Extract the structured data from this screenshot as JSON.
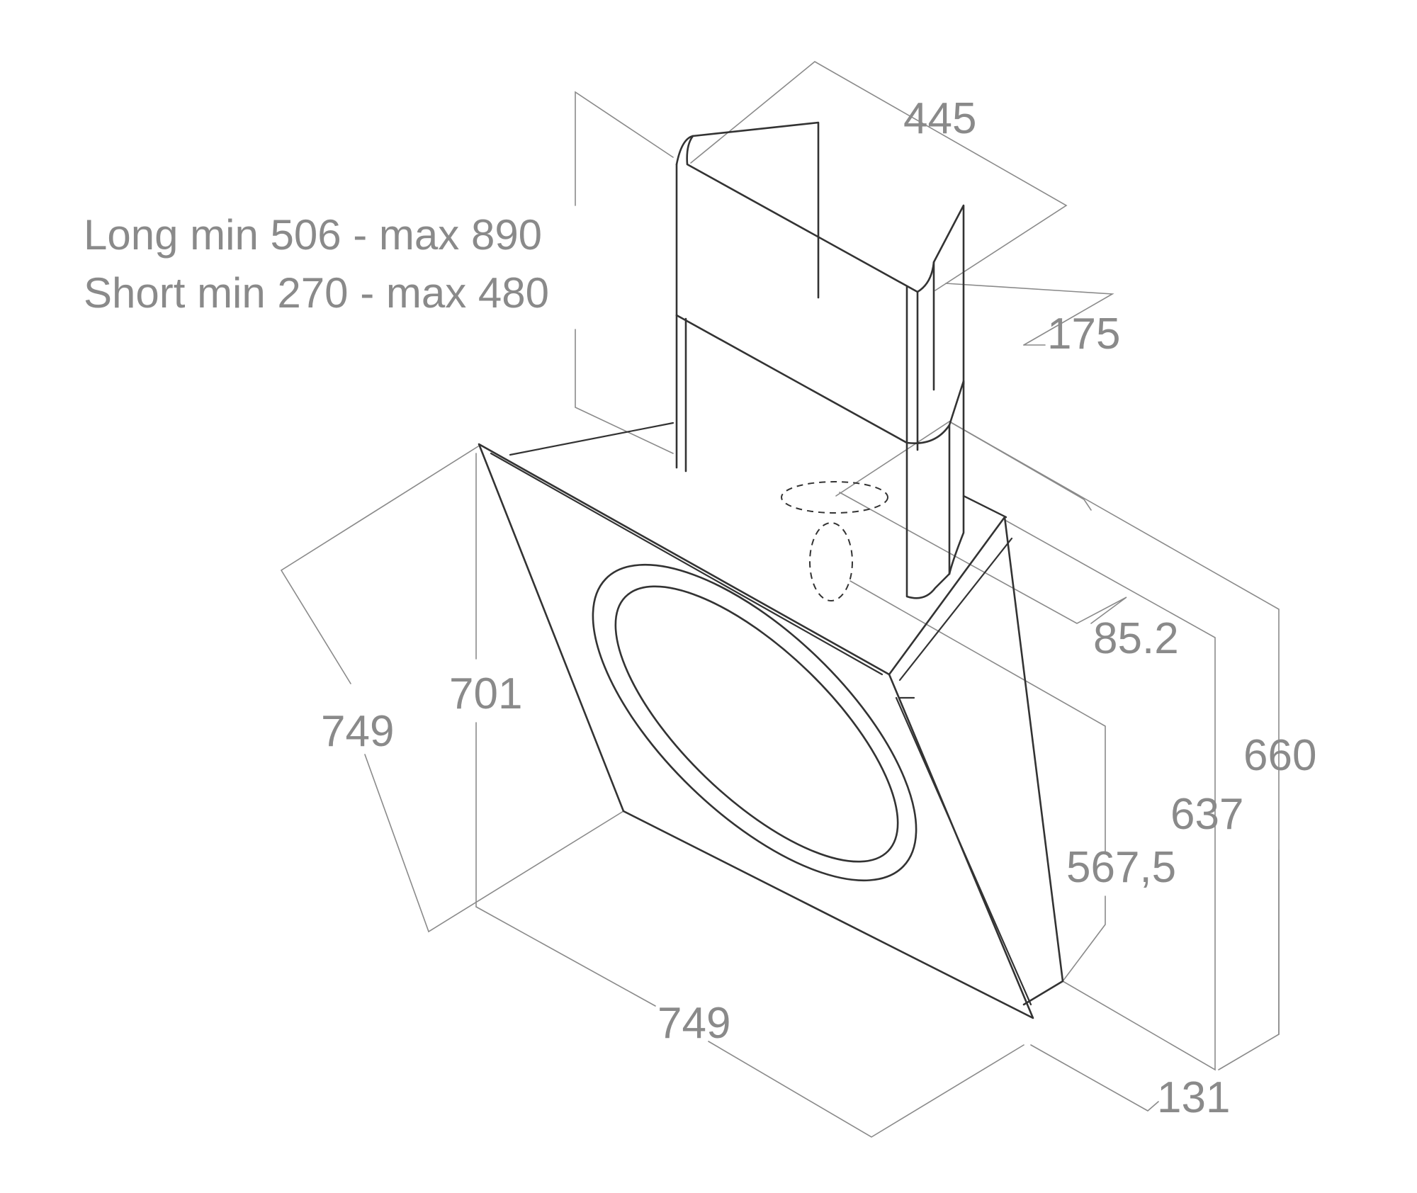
{
  "notes": {
    "long_range": "Long min 506 - max 890",
    "short_range": "Short min 270 - max 480"
  },
  "dimensions": {
    "chimney_width": "445",
    "chimney_depth": "175",
    "duct_offset": "85.2",
    "total_height": "660",
    "body_height": "637",
    "front_height": "567,5",
    "glass_height": "701",
    "glass_side_width": "749",
    "glass_bottom_width": "749",
    "bottom_depth": "131"
  },
  "colors": {
    "outline": "#333333",
    "dimension": "#8a8a8a",
    "background": "#ffffff"
  }
}
